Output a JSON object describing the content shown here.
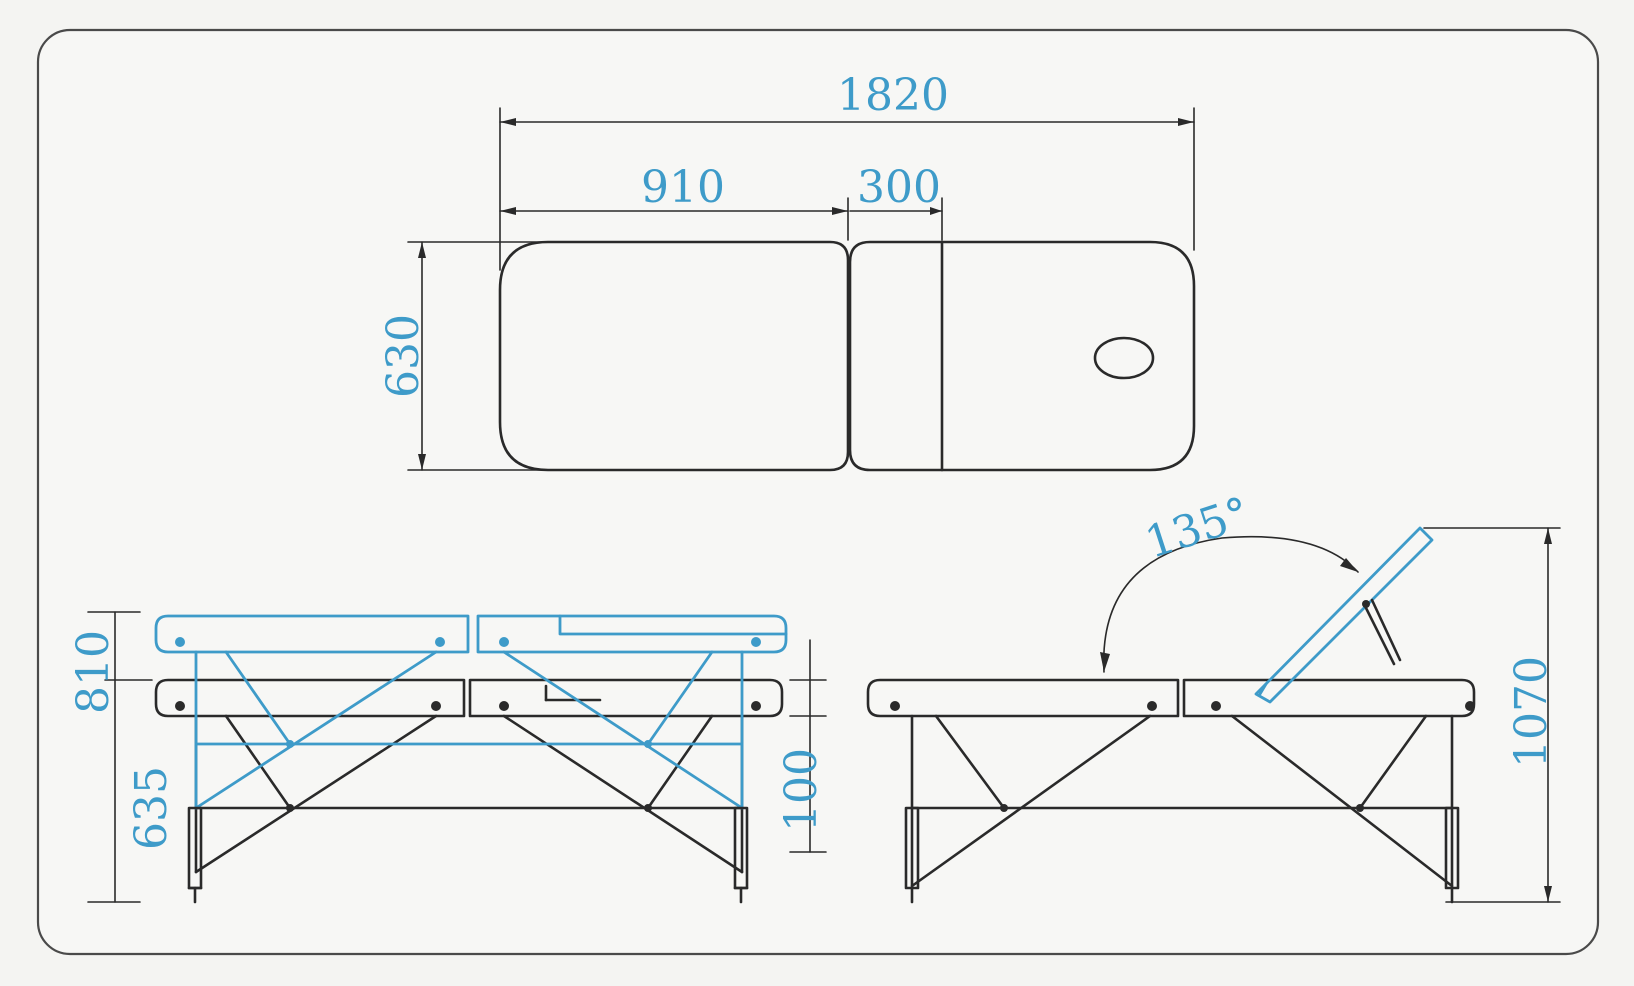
{
  "top_view": {
    "total_length": "1820",
    "section_length": "910",
    "head_section_length": "300",
    "width": "630"
  },
  "front_view": {
    "max_height": "810",
    "min_height": "635",
    "height_step": "100"
  },
  "side_view": {
    "backrest_angle": "135°",
    "backrest_raised_height": "1070"
  },
  "colors": {
    "ink": "#2a2a2a",
    "dimension": "#3e9bc9",
    "background": "#f4f4f2"
  }
}
